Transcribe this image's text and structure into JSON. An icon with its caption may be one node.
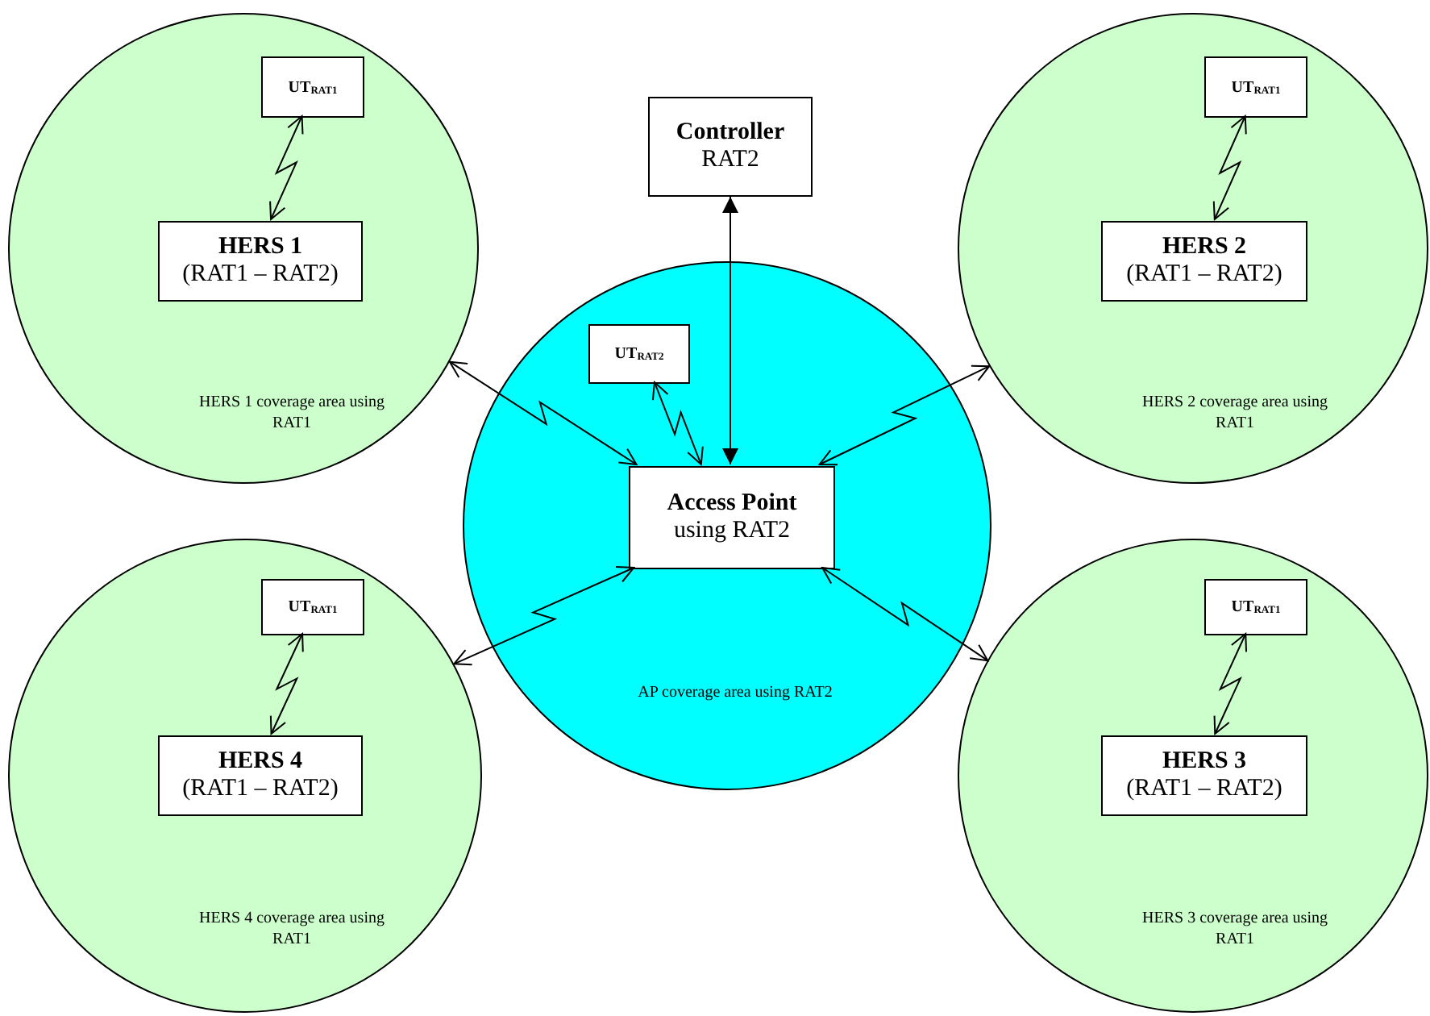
{
  "diagram": {
    "nodes": [
      {
        "text": [
          "HERS 1 coverage area using RAT1"
        ]
      },
      {
        "text": [
          "UT$_{RAT1}$"
        ],
        "in": 0
      },
      {
        "text": [
          "HERS 1",
          "(RAT1 – RAT2)"
        ],
        "in": 0
      },
      {
        "text": [
          "Controller",
          "RAT2"
        ]
      },
      {
        "text": [
          "HERS 2 coverage area using RAT1"
        ]
      },
      {
        "text": [
          "UT$_{RAT1}$"
        ],
        "in": 4
      },
      {
        "text": [
          "HERS 2",
          "(RAT1 – RAT2)"
        ],
        "in": 4
      },
      {
        "text": [
          "AP coverage area using RAT2"
        ]
      },
      {
        "text": [
          "UT$_{RAT2}$"
        ],
        "in": 7
      },
      {
        "text": [
          "Access Point",
          "using RAT2"
        ],
        "in": 7
      },
      {
        "text": [
          "HERS 4 coverage area using RAT1"
        ]
      },
      {
        "text": [
          "UT$_{RAT1}$"
        ],
        "in": 10
      },
      {
        "text": [
          "HERS 4",
          "(RAT1 – RAT2)"
        ],
        "in": 10
      },
      {
        "text": [
          "HERS 3 coverage area using RAT1"
        ]
      },
      {
        "text": [
          "UT$_{RAT1}$"
        ],
        "in": 13
      },
      {
        "text": [
          "HERS 3",
          "(RAT1 – RAT2)"
        ],
        "in": 13
      }
    ],
    "edges": [
      {
        "from": 2,
        "to": 1,
        "arrow": "both"
      },
      {
        "from": 3,
        "to": 9,
        "arrow": "both"
      },
      {
        "from": 6,
        "to": 5,
        "arrow": "both"
      },
      {
        "from": 0,
        "to": 9,
        "arrow": "both"
      },
      {
        "from": 4,
        "to": 9,
        "arrow": "both"
      },
      {
        "from": 9,
        "to": 8,
        "arrow": "both"
      },
      {
        "from": 12,
        "to": 11,
        "arrow": "both"
      },
      {
        "from": 10,
        "to": 9,
        "arrow": "both"
      },
      {
        "from": 15,
        "to": 14,
        "arrow": "both"
      },
      {
        "from": 13,
        "to": 9,
        "arrow": "both"
      }
    ]
  }
}
